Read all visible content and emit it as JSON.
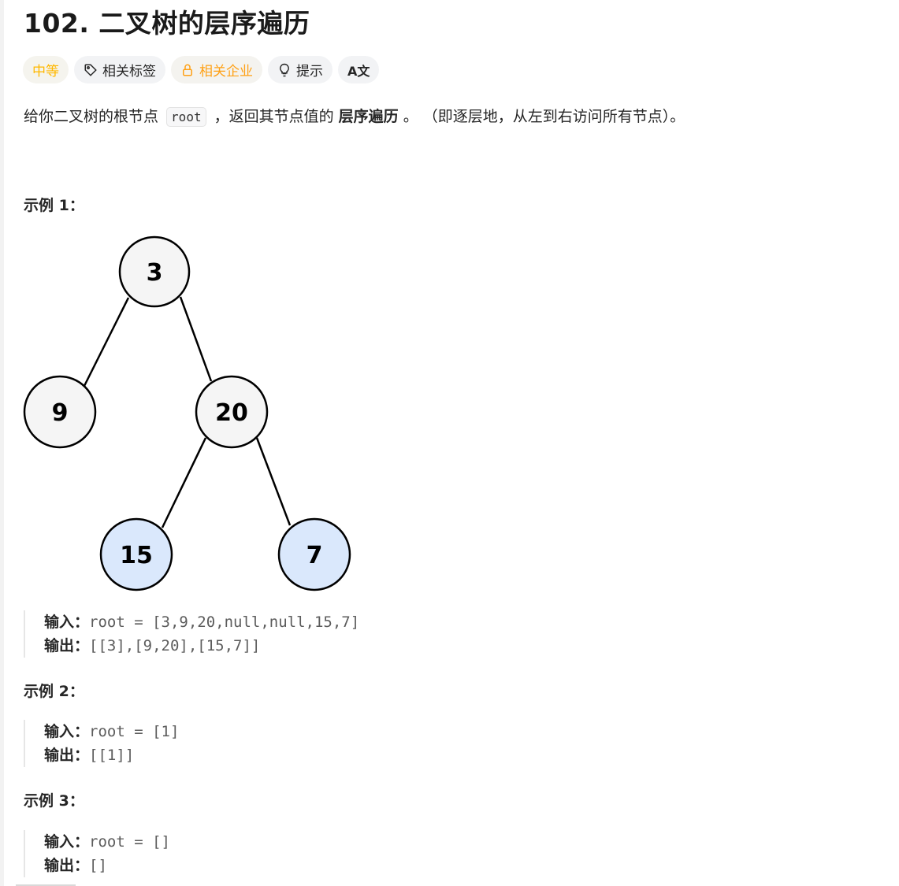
{
  "title": "102. 二叉树的层序遍历",
  "tags": {
    "difficulty": "中等",
    "related_tags": "相关标签",
    "related_companies": "相关企业",
    "hint": "提示",
    "translate": "A文"
  },
  "description": {
    "part1": "给你二叉树的根节点 ",
    "code": "root",
    "part2": " ，返回其节点值的 ",
    "bold": "层序遍历",
    "part3": " 。 （即逐层地，从左到右访问所有节点）。"
  },
  "examples": [
    {
      "label": "示例 1：",
      "input_key": "输入：",
      "input": "root = [3,9,20,null,null,15,7]",
      "output_key": "输出：",
      "output": "[[3],[9,20],[15,7]]"
    },
    {
      "label": "示例 2：",
      "input_key": "输入：",
      "input": "root = [1]",
      "output_key": "输出：",
      "output": "[[1]]"
    },
    {
      "label": "示例 3：",
      "input_key": "输入：",
      "input": "root = []",
      "output_key": "输出：",
      "output": "[]"
    }
  ],
  "tree": {
    "nodes": [
      "3",
      "9",
      "20",
      "15",
      "7"
    ],
    "colors": {
      "normal_fill": "#f5f5f5",
      "leaf_fill": "#dae8fc",
      "stroke": "#000000"
    }
  }
}
